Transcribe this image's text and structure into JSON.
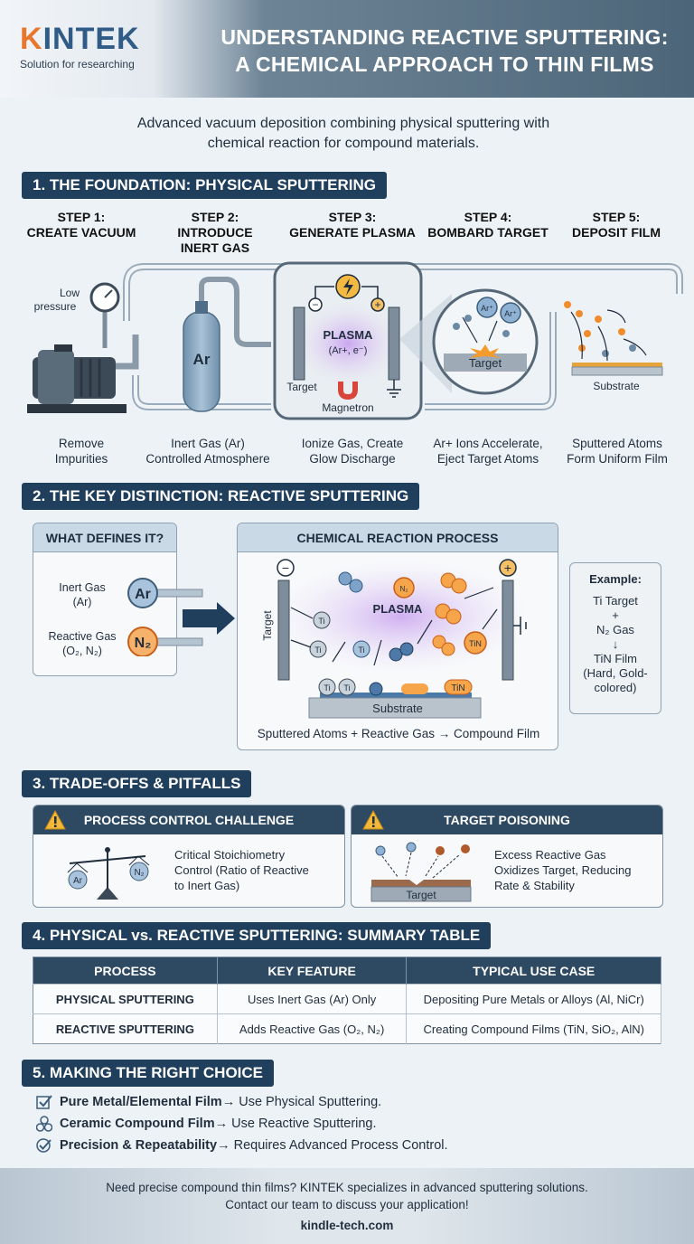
{
  "brand": {
    "name_k": "K",
    "name_rest": "INTEK",
    "tagline": "Solution for researching"
  },
  "title": {
    "line1": "UNDERSTANDING REACTIVE SPUTTERING:",
    "line2": "A CHEMICAL APPROACH TO THIN FILMS"
  },
  "intro": {
    "line1": "Advanced vacuum deposition combining physical sputtering with",
    "line2": "chemical reaction for compound materials."
  },
  "section1": {
    "title": "1. THE FOUNDATION: PHYSICAL SPUTTERING",
    "steps": [
      {
        "l1": "STEP 1:",
        "l2": "CREATE VACUUM",
        "l3": "",
        "d1": "Remove",
        "d2": "Impurities"
      },
      {
        "l1": "STEP 2:",
        "l2": "INTRODUCE",
        "l3": "INERT GAS",
        "d1": "Inert Gas (Ar)",
        "d2": "Controlled Atmosphere"
      },
      {
        "l1": "STEP 3:",
        "l2": "GENERATE PLASMA",
        "l3": "",
        "d1": "Ionize Gas, Create",
        "d2": "Glow Discharge"
      },
      {
        "l1": "STEP 4:",
        "l2": "BOMBARD TARGET",
        "l3": "",
        "d1": "Ar+ Ions Accelerate,",
        "d2": "Eject Target Atoms"
      },
      {
        "l1": "STEP 5:",
        "l2": "DEPOSIT FILM",
        "l3": "",
        "d1": "Sputtered Atoms",
        "d2": "Form Uniform Film"
      }
    ],
    "labels": {
      "low_pressure_1": "Low",
      "low_pressure_2": "pressure",
      "ar": "Ar",
      "plasma": "PLASMA",
      "plasma_sub": "(Ar+, e⁻)",
      "target": "Target",
      "magnetron": "Magnetron",
      "target_zoom": "Target",
      "ion1": "Ar⁺",
      "ion2": "Ar⁺",
      "substrate": "Substrate",
      "minus": "−",
      "plus": "+"
    }
  },
  "section2": {
    "title": "2. THE KEY DISTINCTION: REACTIVE SPUTTERING",
    "defines_head": "WHAT DEFINES IT?",
    "inert_1": "Inert Gas",
    "inert_2": "(Ar)",
    "inert_sym": "Ar",
    "reactive_1": "Reactive Gas",
    "reactive_2": "(O₂, N₂)",
    "reactive_sym": "N₂",
    "process_head": "CHEMICAL REACTION PROCESS",
    "target": "Target",
    "plasma": "PLASMA",
    "substrate": "Substrate",
    "ti": "Ti",
    "tin": "TiN",
    "n2": "N₂",
    "minus": "−",
    "plus": "+",
    "equation": "Sputtered Atoms + Reactive Gas → Compound Film",
    "example": {
      "head": "Example:",
      "l1": "Ti Target",
      "l2": "+",
      "l3": "N₂ Gas",
      "l4": "↓",
      "l5": "TiN Film",
      "l6": "(Hard, Gold-",
      "l7": "colored)"
    }
  },
  "section3": {
    "title": "3. TRADE-OFFS & PITFALLS",
    "left": {
      "head": "PROCESS CONTROL CHALLENGE",
      "l1": "Critical Stoichiometry",
      "l2": "Control (Ratio of Reactive",
      "l3": "to Inert Gas)",
      "ar": "Ar",
      "n2": "N₂"
    },
    "right": {
      "head": "TARGET POISONING",
      "l1": "Excess Reactive Gas",
      "l2": "Oxidizes Target, Reducing",
      "l3": "Rate & Stability",
      "target": "Target"
    }
  },
  "section4": {
    "title": "4. PHYSICAL vs. REACTIVE SPUTTERING: SUMMARY TABLE",
    "headers": [
      "PROCESS",
      "KEY FEATURE",
      "TYPICAL USE CASE"
    ],
    "rows": [
      [
        "PHYSICAL SPUTTERING",
        "Uses Inert Gas (Ar) Only",
        "Depositing Pure Metals or Alloys (Al, NiCr)"
      ],
      [
        "REACTIVE SPUTTERING",
        "Adds Reactive Gas (O₂, N₂)",
        "Creating Compound Films (TiN, SiO₂, AlN)"
      ]
    ]
  },
  "section5": {
    "title": "5. MAKING THE RIGHT CHOICE",
    "items": [
      {
        "bold": "Pure Metal/Elemental Film",
        "rest": " → Use Physical Sputtering."
      },
      {
        "bold": "Ceramic Compound Film",
        "rest": " → Use Reactive Sputtering."
      },
      {
        "bold": "Precision & Repeatability",
        "rest": " → Requires Advanced Process Control."
      }
    ]
  },
  "footer": {
    "l1": "Need precise compound thin films? KINTEK specializes in advanced sputtering solutions.",
    "l2": "Contact our team to discuss your application!",
    "l3": "kindle-tech.com"
  },
  "colors": {
    "navy": "#1f3f5c",
    "orange": "#e8772e",
    "brand_blue": "#2f5b86",
    "plasma": "#b58ee0"
  }
}
